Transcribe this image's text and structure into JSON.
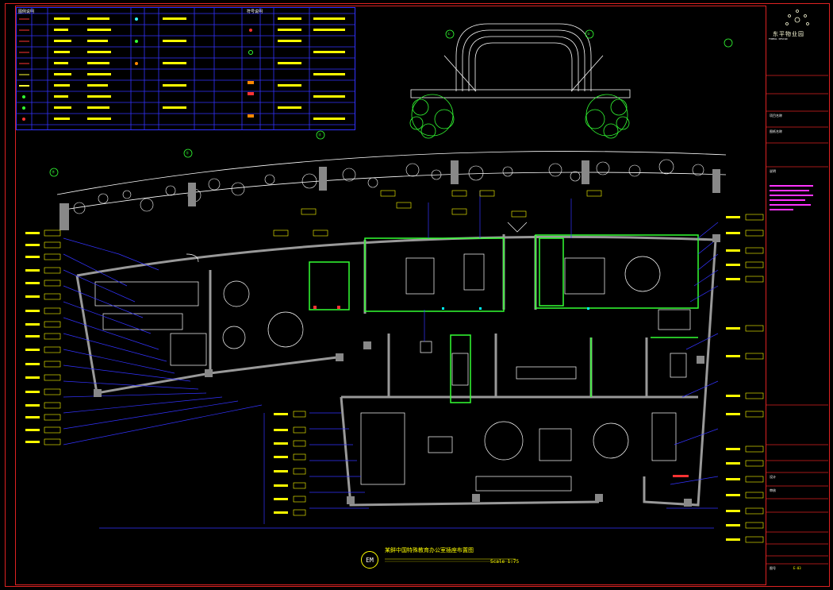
{
  "app": {
    "logo_name": "东平物业园",
    "drawing_title": "某鲜中国特殊教育办公室插座布置图",
    "scale_label": "Scale 1:75",
    "view_marker": "EM"
  },
  "legend": {
    "header_left": "图例说明",
    "header_right": "符号说明"
  },
  "axis_tags": [
    "①",
    "②",
    "⑬",
    "⑫",
    "⑭"
  ],
  "title_block": {
    "logo_caption": "FORMAL DESIGN",
    "project_label": "项目名称",
    "drawing_label": "图纸名称",
    "notes_label": "说明",
    "designer_label": "设计",
    "checker_label": "审核",
    "sheet_label": "图号",
    "sheet_value": "E-03"
  },
  "colors": {
    "frame": "#dd2222",
    "wall": "#8a8a8a",
    "wall_green": "#33ff33",
    "wiring": "#3333ff",
    "annotation": "#ffff00",
    "tree": "#33ff33",
    "magenta_notes": "#ff33ff"
  },
  "icons": [
    "logo-icon",
    "tree-icon",
    "bench-icon"
  ]
}
